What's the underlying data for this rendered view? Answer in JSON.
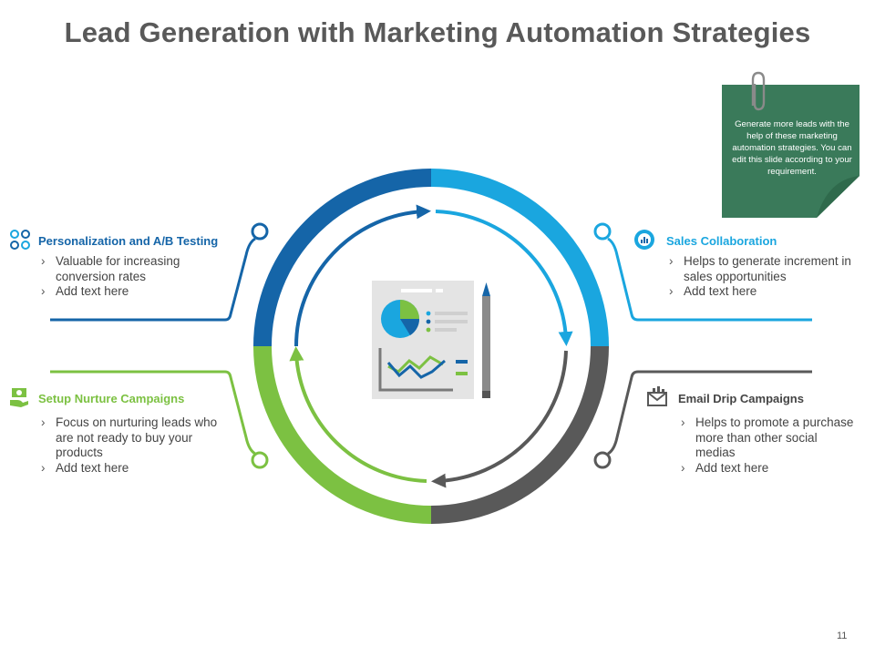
{
  "title": "Lead Generation with Marketing Automation Strategies",
  "note": "Generate more leads with the help of these marketing automation strategies. You can edit this slide according to your requirement.",
  "sections": [
    {
      "heading": "Personalization and A/B Testing",
      "icon": "gears-icon",
      "color": "#1565a8",
      "bullets": [
        "Valuable for increasing conversion rates",
        "Add text here"
      ]
    },
    {
      "heading": "Sales Collaboration",
      "icon": "chart-badge-icon",
      "color": "#1aa6df",
      "bullets": [
        "Helps to generate increment in sales opportunities",
        "Add text here"
      ]
    },
    {
      "heading": "Setup Nurture Campaigns",
      "icon": "money-hand-icon",
      "color": "#7cc142",
      "bullets": [
        "Focus on nurturing leads who are not ready to buy your products",
        "Add text here"
      ]
    },
    {
      "heading": "Email Drip Campaigns",
      "icon": "mail-chart-icon",
      "color": "#595959",
      "bullets": [
        "Helps to promote a purchase more than other social medias",
        "Add text here"
      ]
    }
  ],
  "center_icon": "report-pencil-icon",
  "page_number": "11",
  "colors": {
    "title": "#595959",
    "note_bg": "#3a7a5a",
    "blue": "#1565a8",
    "sky": "#1aa6df",
    "green": "#7cc142",
    "gray": "#595959"
  }
}
